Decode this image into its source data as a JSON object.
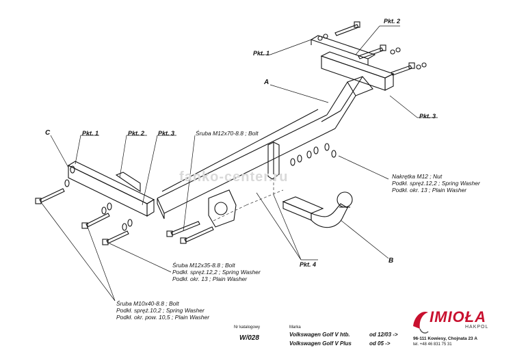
{
  "watermark": "fanko-center.ru",
  "labels": {
    "pkt1_top": "Pkt. 1",
    "pkt2_top": "Pkt. 2",
    "pkt3_right": "Pkt. 3",
    "a": "A",
    "c": "C",
    "pkt1_left": "Pkt. 1",
    "pkt2_left": "Pkt. 2",
    "pkt3_left": "Pkt. 3",
    "pkt4": "Pkt. 4",
    "b": "B"
  },
  "notes": {
    "bolt_m12x70": "Śruba M12x70-8.8 ; Bolt",
    "nut": [
      "Nakrętka M12 ; Nut",
      "Podkł. spręż.12,2 ; Spring Washer",
      "Podkł. okr. 13 ; Plain Washer"
    ],
    "bolt_m12x35": [
      "Śruba M12x35-8.8 ; Bolt",
      "Podkł. spręż.12,2 ; Spring Washer",
      "Podkł. okr. 13 ; Plain Washer"
    ],
    "bolt_m10x40": [
      "Śruba M10x40-8.8 ; Bolt",
      "Podkł. spręż.10,2 ; Spring Washer",
      "Podkł. okr. pow. 10,5 ; Plain Washer"
    ]
  },
  "footer": {
    "catalog_label": "Nr katalogowy",
    "catalog_no": "W/028",
    "make_label": "Marka",
    "models": [
      {
        "name": "Volkswagen Golf V htb.",
        "from": "od 12/03 ->"
      },
      {
        "name": "Volkswagen Golf V Plus",
        "from": "od 05 ->"
      }
    ]
  },
  "logo": {
    "brand": "IMIOŁA",
    "sub": "HAKPOL",
    "address": "96-111 Kowiesy, Chojnata 23 A",
    "phone": "tel. +48 46 831 75 31",
    "color": "#c8102e"
  }
}
